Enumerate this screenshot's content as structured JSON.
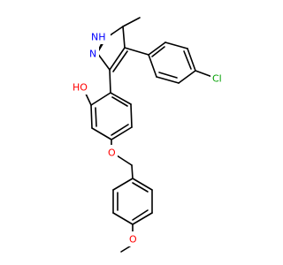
{
  "molecule": {
    "atom_labels": {
      "nh": "NH",
      "h": "H",
      "n": "N",
      "oh": "HO",
      "cl": "Cl",
      "o_ether": "O",
      "o_methoxy": "O"
    },
    "colors": {
      "bond": "#000000",
      "nitrogen": "#0000ff",
      "oxygen": "#ff0000",
      "chlorine": "#00a000",
      "background": "#ffffff"
    }
  }
}
